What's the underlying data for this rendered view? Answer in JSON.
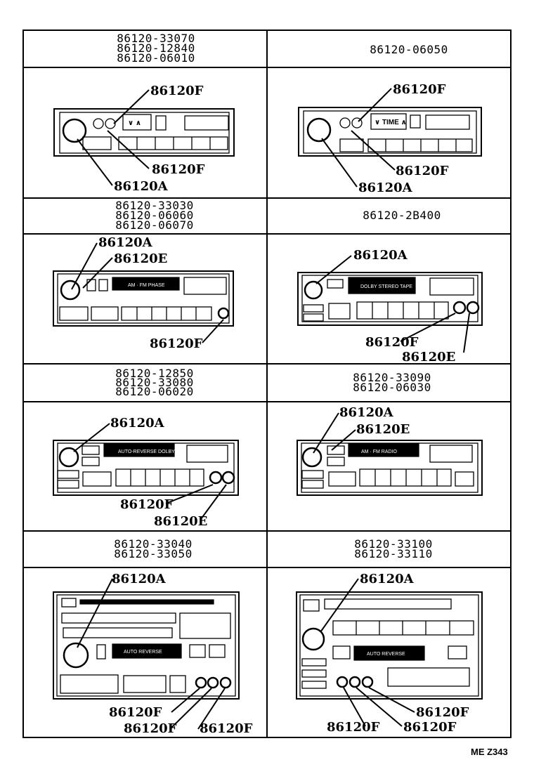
{
  "cells": [
    {
      "numbers": [
        "86120-33070",
        "86120-12840",
        "86120-06010"
      ],
      "callouts": [
        "86120F",
        "86120F",
        "86120A"
      ]
    },
    {
      "numbers": [
        "86120-06050"
      ],
      "callouts": [
        "86120F",
        "86120F",
        "86120A"
      ]
    },
    {
      "numbers": [
        "86120-33030",
        "86120-06060",
        "86120-06070"
      ],
      "callouts": [
        "86120A",
        "86120E",
        "86120F"
      ]
    },
    {
      "numbers": [
        "86120-2B400"
      ],
      "callouts": [
        "86120A",
        "86120F",
        "86120E"
      ]
    },
    {
      "numbers": [
        "86120-12850",
        "86120-33080",
        "86120-06020"
      ],
      "callouts": [
        "86120A",
        "86120F",
        "86120E"
      ]
    },
    {
      "numbers": [
        "86120-33090",
        "86120-06030"
      ],
      "callouts": [
        "86120A",
        "86120E"
      ]
    },
    {
      "numbers": [
        "86120-33040",
        "86120-33050"
      ],
      "callouts": [
        "86120A",
        "86120F",
        "86120F",
        "86120F"
      ]
    },
    {
      "numbers": [
        "86120-33100",
        "86120-33110"
      ],
      "callouts": [
        "86120A",
        "86120F",
        "86120F",
        "86120F"
      ]
    }
  ],
  "footer_code": "ME Z343"
}
